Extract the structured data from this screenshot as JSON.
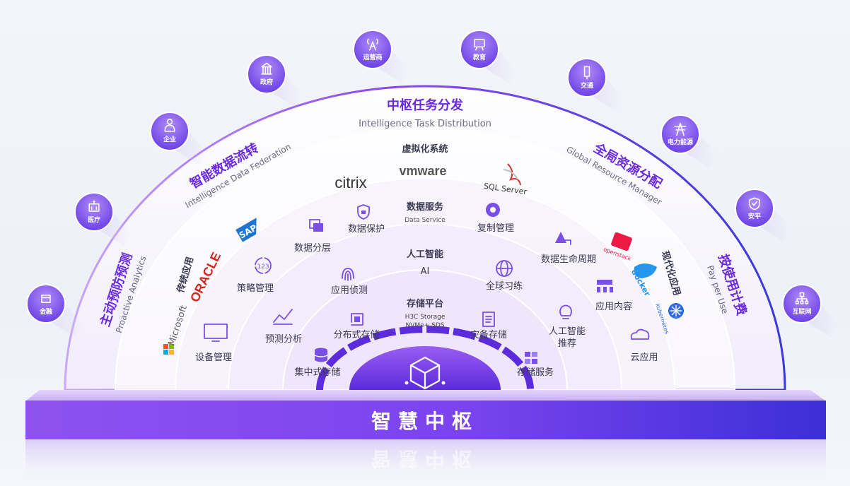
{
  "outer_nodes": [
    {
      "label": "金融",
      "icon": "bank-card-icon"
    },
    {
      "label": "医疗",
      "icon": "hospital-icon"
    },
    {
      "label": "企业",
      "icon": "employee-icon"
    },
    {
      "label": "政府",
      "icon": "government-building-icon"
    },
    {
      "label": "运营商",
      "icon": "signal-tower-icon"
    },
    {
      "label": "教育",
      "icon": "classroom-board-icon"
    },
    {
      "label": "交通",
      "icon": "traffic-light-icon"
    },
    {
      "label": "电力能源",
      "icon": "power-pylon-icon"
    },
    {
      "label": "安平",
      "icon": "shield-check-icon"
    },
    {
      "label": "互联网",
      "icon": "network-icon"
    }
  ],
  "arc_titles": {
    "top": {
      "cn": "中枢任务分发",
      "en": "Intelligence Task Distribution"
    },
    "upper_left": {
      "cn": "智能数据流转",
      "en": "Intelligence Data Federation"
    },
    "lower_left": {
      "cn": "主动预防预测",
      "en": "Proactive Analytics"
    },
    "upper_right": {
      "cn": "全局资源分配",
      "en": "Global Resource Manager"
    },
    "lower_right": {
      "cn": "按使用计费",
      "en": "Pay per Use"
    }
  },
  "virtualization": {
    "title": "虚拟化系统",
    "logos": [
      "citrix",
      "vmware",
      "SQL Server"
    ]
  },
  "left_group": {
    "title": "传统应用",
    "logos": [
      "SAP",
      "ORACLE",
      "Microsoft"
    ]
  },
  "right_group": {
    "title": "现代化应用",
    "logos": [
      "openstack",
      "docker",
      "kubernetes"
    ]
  },
  "data_services": {
    "title": "数据服务",
    "subtitle": "Data Service",
    "items": [
      "数据保护",
      "复制管理",
      "数据分层",
      "数据生命周期",
      "策略管理",
      "应用内容",
      "预测分析",
      "云应用",
      "设备管理"
    ]
  },
  "ai": {
    "title": "人工智能",
    "subtitle": "AI",
    "items": [
      "应用侦测",
      "全球习练",
      "人工智能",
      "推荐"
    ]
  },
  "storage_platform": {
    "title": "存储平台",
    "subtitle_line1": "H3C Storage",
    "subtitle_line2": "NVMe+ SDS",
    "items": [
      "分布式存储",
      "灾备存储",
      "集中式存储",
      "存储服务"
    ]
  },
  "base": {
    "title": "智慧中枢"
  },
  "colors": {
    "accent_purple": "#6a2be0",
    "deep_blue": "#3b3bd6",
    "node_gradient_top": "#a980f5",
    "node_gradient_bottom": "#6d44e8"
  }
}
